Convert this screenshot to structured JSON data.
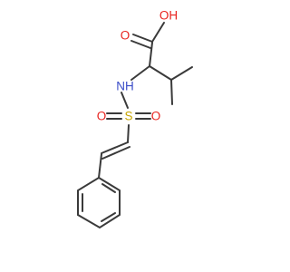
{
  "molecule": {
    "atoms": {
      "oh": {
        "text": "OH",
        "color": "#e8231f"
      },
      "o_carbonyl": {
        "text": "O",
        "color": "#e8231f"
      },
      "nh": {
        "text": "NH",
        "color": "#3c4ec8"
      },
      "s": {
        "text": "S",
        "color": "#c7a500"
      },
      "o_sulfonyl_left": {
        "text": "O",
        "color": "#e8231f"
      },
      "o_sulfonyl_right": {
        "text": "O",
        "color": "#e8231f"
      }
    },
    "bond_color": "#3a3a3a"
  }
}
